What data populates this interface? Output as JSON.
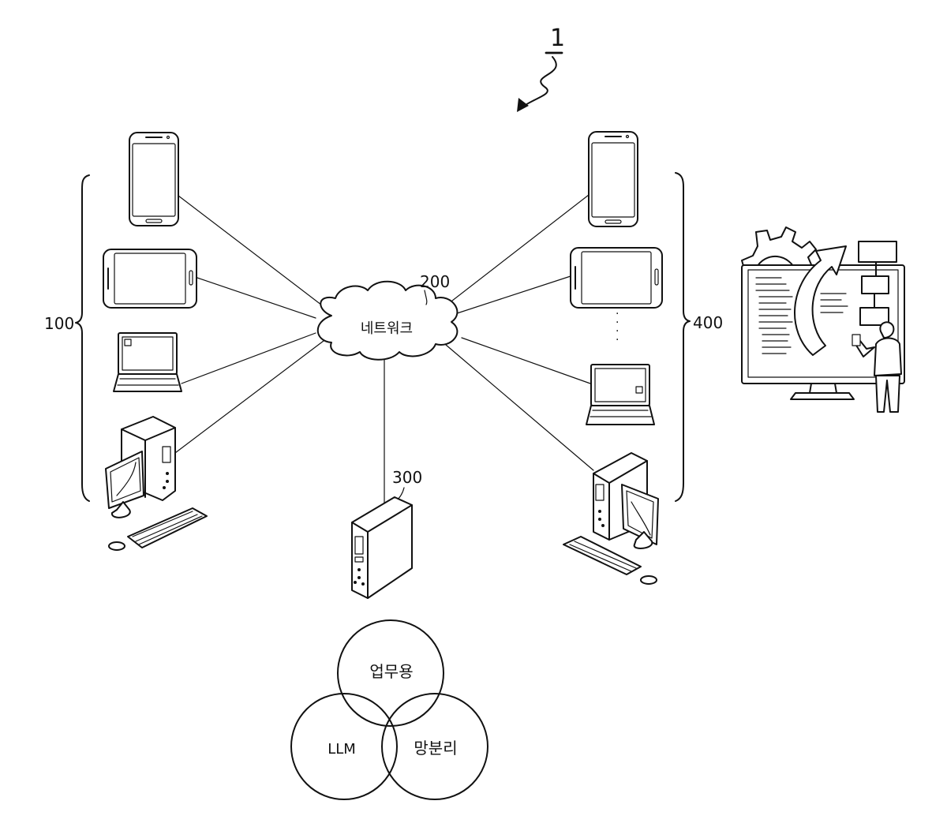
{
  "figure": {
    "system_ref": "1",
    "user_devices_ref": "100",
    "network_ref": "200",
    "network_label": "네트워크",
    "server_ref": "300",
    "admin_devices_ref": "400",
    "ellipsis": "·\n·\n·"
  },
  "venn": {
    "top": "업무용",
    "left": "LLM",
    "right": "망분리"
  },
  "icons": {
    "left_group": [
      "smartphone-icon",
      "tablet-icon",
      "laptop-icon",
      "desktop-computer-icon"
    ],
    "right_group": [
      "smartphone-icon",
      "tablet-icon",
      "laptop-icon",
      "desktop-computer-icon"
    ],
    "center": [
      "cloud-icon",
      "server-tower-icon"
    ],
    "right_illustration": "workflow-monitor-person-icon"
  },
  "colors": {
    "stroke": "#111111",
    "background": "#ffffff"
  }
}
